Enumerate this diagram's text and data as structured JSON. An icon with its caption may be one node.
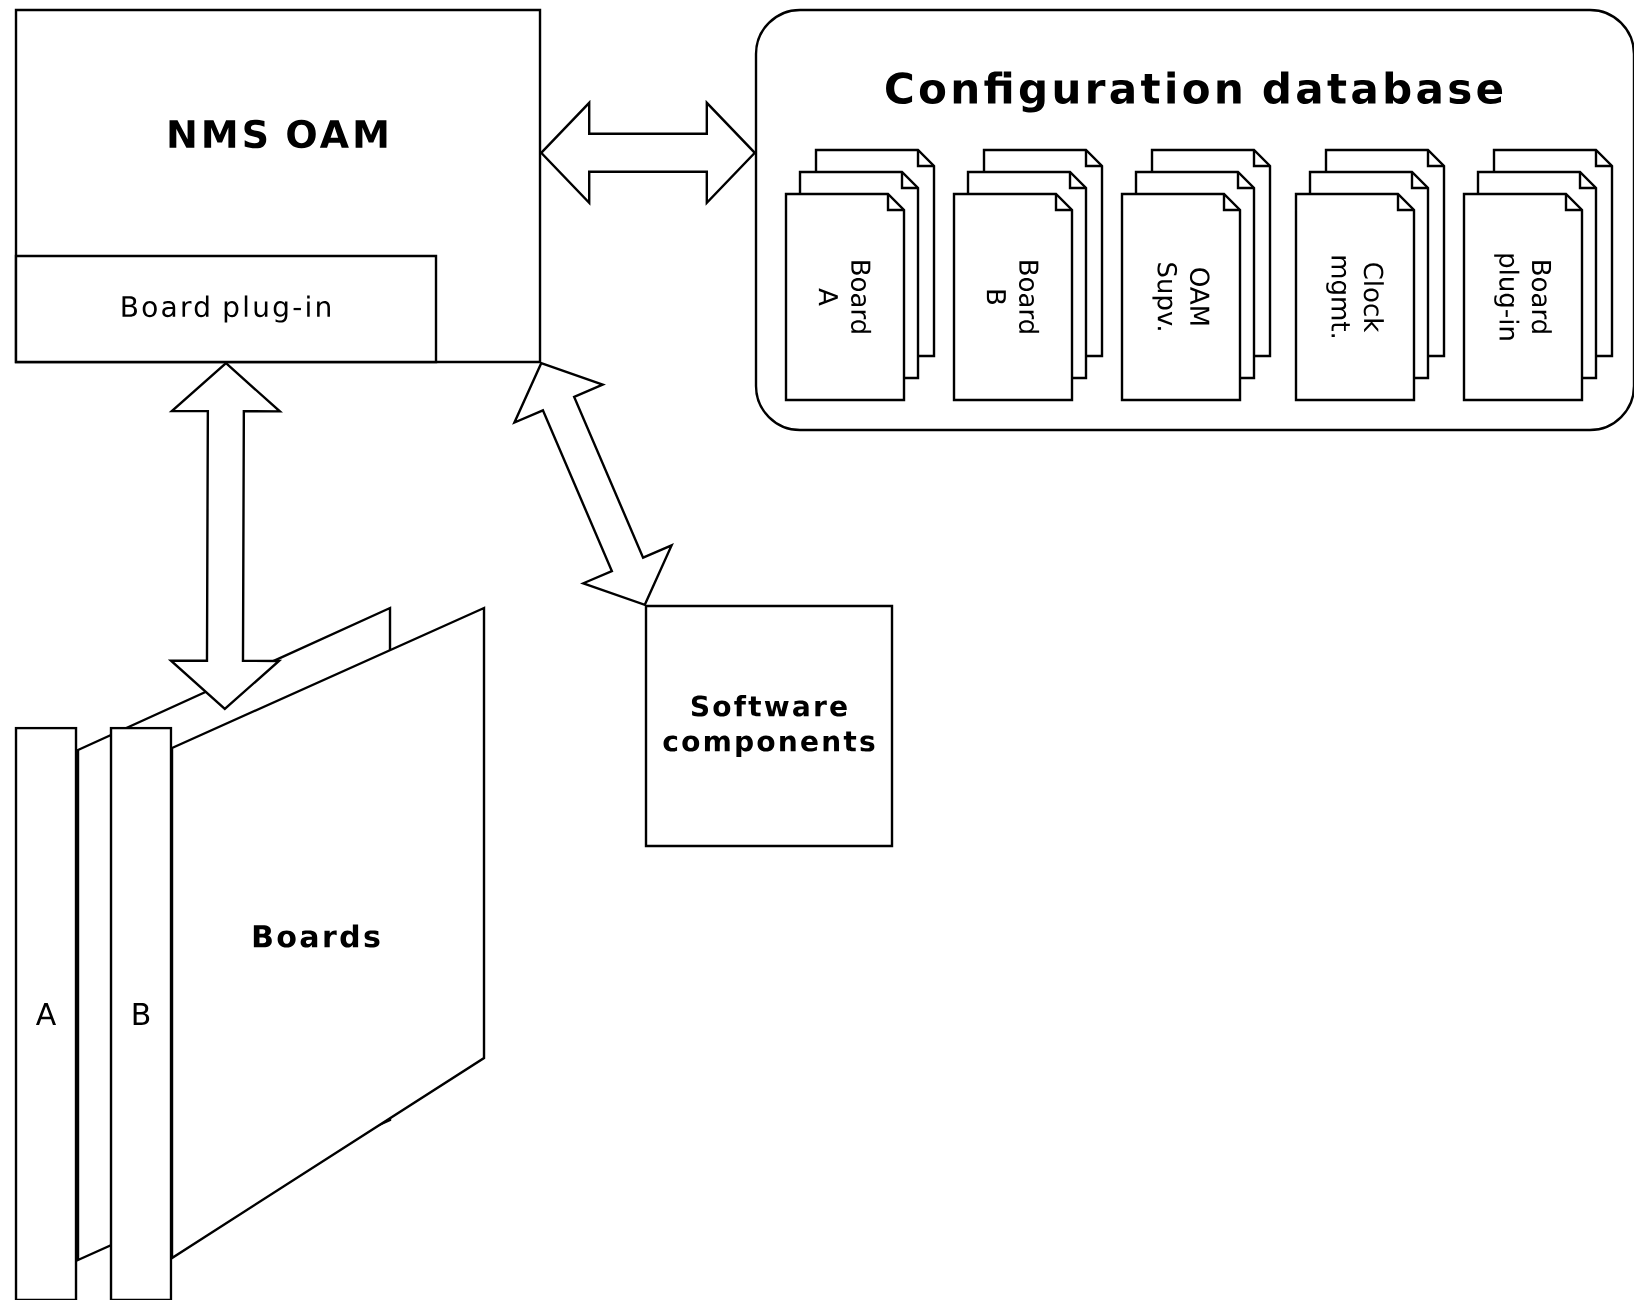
{
  "diagram": {
    "nodes": [
      {
        "text": [
          "NMS OAM"
        ]
      },
      {
        "text": [
          "Board plug-in"
        ],
        "in": 0
      },
      {
        "text": [
          "Configuration database"
        ]
      },
      {
        "text": [
          "Board A"
        ],
        "in": 2
      },
      {
        "text": [
          "Board B"
        ],
        "in": 2
      },
      {
        "text": [
          "OAM Supv."
        ],
        "in": 2
      },
      {
        "text": [
          "Clock mgmt."
        ],
        "in": 2
      },
      {
        "text": [
          "Board plug-in"
        ],
        "in": 2
      },
      {
        "text": [
          "Boards"
        ]
      },
      {
        "text": [
          "A"
        ]
      },
      {
        "text": [
          "B"
        ]
      },
      {
        "text": [
          "Software components"
        ]
      }
    ],
    "edges": [
      {
        "from": 0,
        "to": 2,
        "arrow": "both"
      },
      {
        "from": 1,
        "to": 8,
        "arrow": "both"
      },
      {
        "from": 0,
        "to": 11,
        "arrow": "both"
      }
    ]
  }
}
